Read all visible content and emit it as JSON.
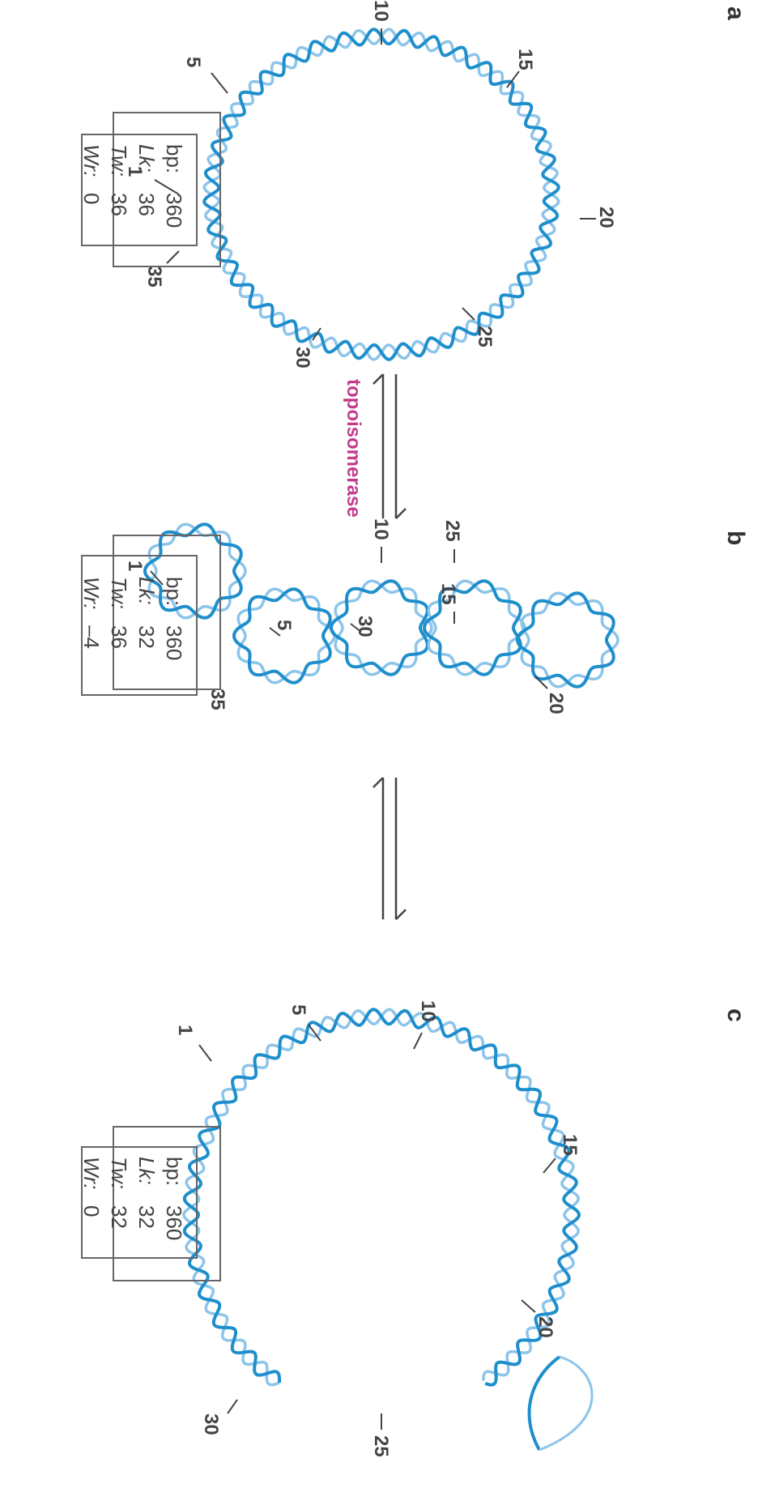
{
  "colors": {
    "strand_dark": "#1e8fcc",
    "strand_light": "#8cc4ea",
    "enzyme": "#c33b8c",
    "text": "#444444"
  },
  "enzyme_label": "topoisomerase",
  "panels": [
    {
      "label": "a",
      "numbers": [
        "1",
        "5",
        "10",
        "15",
        "20",
        "25",
        "30",
        "35"
      ],
      "table": {
        "bp_label": "bp:",
        "bp": "360",
        "lk_label": "Lk:",
        "lk": "36",
        "tw_label": "Tw:",
        "tw": "36",
        "wr_label": "Wr:",
        "wr": "0"
      }
    },
    {
      "label": "b",
      "numbers": [
        "1",
        "35",
        "5",
        "30",
        "10",
        "15",
        "25",
        "20"
      ],
      "table": {
        "bp_label": "bp:",
        "bp": "360",
        "lk_label": "Lk:",
        "lk": "32",
        "tw_label": "Tw:",
        "tw": "36",
        "wr_label": "Wr:",
        "wr": "–4"
      }
    },
    {
      "label": "c",
      "numbers": [
        "1",
        "5",
        "10",
        "15",
        "20",
        "25",
        "30"
      ],
      "table": {
        "bp_label": "bp:",
        "bp": "360",
        "lk_label": "Lk:",
        "lk": "32",
        "tw_label": "Tw:",
        "tw": "32",
        "wr_label": "Wr:",
        "wr": "0"
      }
    }
  ]
}
